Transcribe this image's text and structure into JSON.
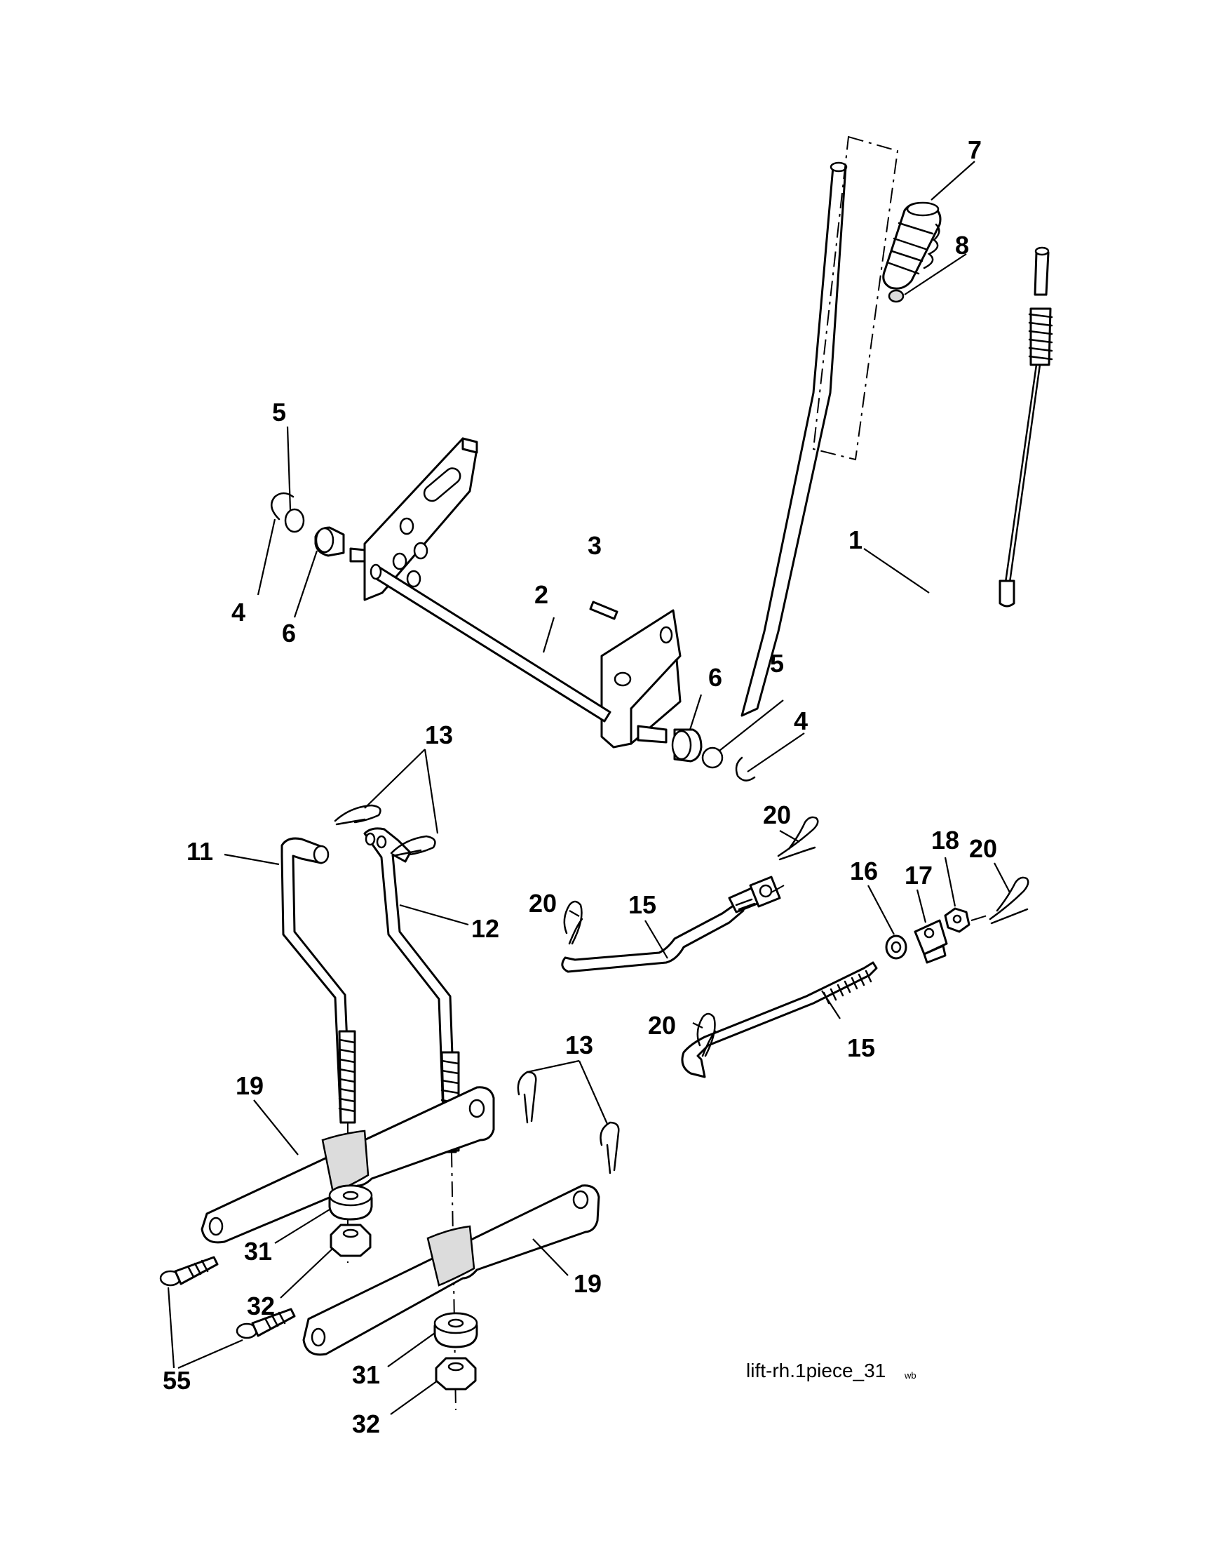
{
  "diagram": {
    "callouts": [
      {
        "id": "c1",
        "number": "1"
      },
      {
        "id": "c2",
        "number": "2"
      },
      {
        "id": "c3",
        "number": "3"
      },
      {
        "id": "c4a",
        "number": "4"
      },
      {
        "id": "c4b",
        "number": "4"
      },
      {
        "id": "c5a",
        "number": "5"
      },
      {
        "id": "c5b",
        "number": "5"
      },
      {
        "id": "c6a",
        "number": "6"
      },
      {
        "id": "c6b",
        "number": "6"
      },
      {
        "id": "c7",
        "number": "7"
      },
      {
        "id": "c8",
        "number": "8"
      },
      {
        "id": "c11",
        "number": "11"
      },
      {
        "id": "c12",
        "number": "12"
      },
      {
        "id": "c13a",
        "number": "13"
      },
      {
        "id": "c13b",
        "number": "13"
      },
      {
        "id": "c15a",
        "number": "15"
      },
      {
        "id": "c15b",
        "number": "15"
      },
      {
        "id": "c16",
        "number": "16"
      },
      {
        "id": "c17",
        "number": "17"
      },
      {
        "id": "c18",
        "number": "18"
      },
      {
        "id": "c19a",
        "number": "19"
      },
      {
        "id": "c19b",
        "number": "19"
      },
      {
        "id": "c20a",
        "number": "20"
      },
      {
        "id": "c20b",
        "number": "20"
      },
      {
        "id": "c20c",
        "number": "20"
      },
      {
        "id": "c20d",
        "number": "20"
      },
      {
        "id": "c31a",
        "number": "31"
      },
      {
        "id": "c31b",
        "number": "31"
      },
      {
        "id": "c32a",
        "number": "32"
      },
      {
        "id": "c32b",
        "number": "32"
      },
      {
        "id": "c55",
        "number": "55"
      }
    ],
    "caption": {
      "main": "lift-rh.1piece_31",
      "sub": "wb"
    }
  }
}
